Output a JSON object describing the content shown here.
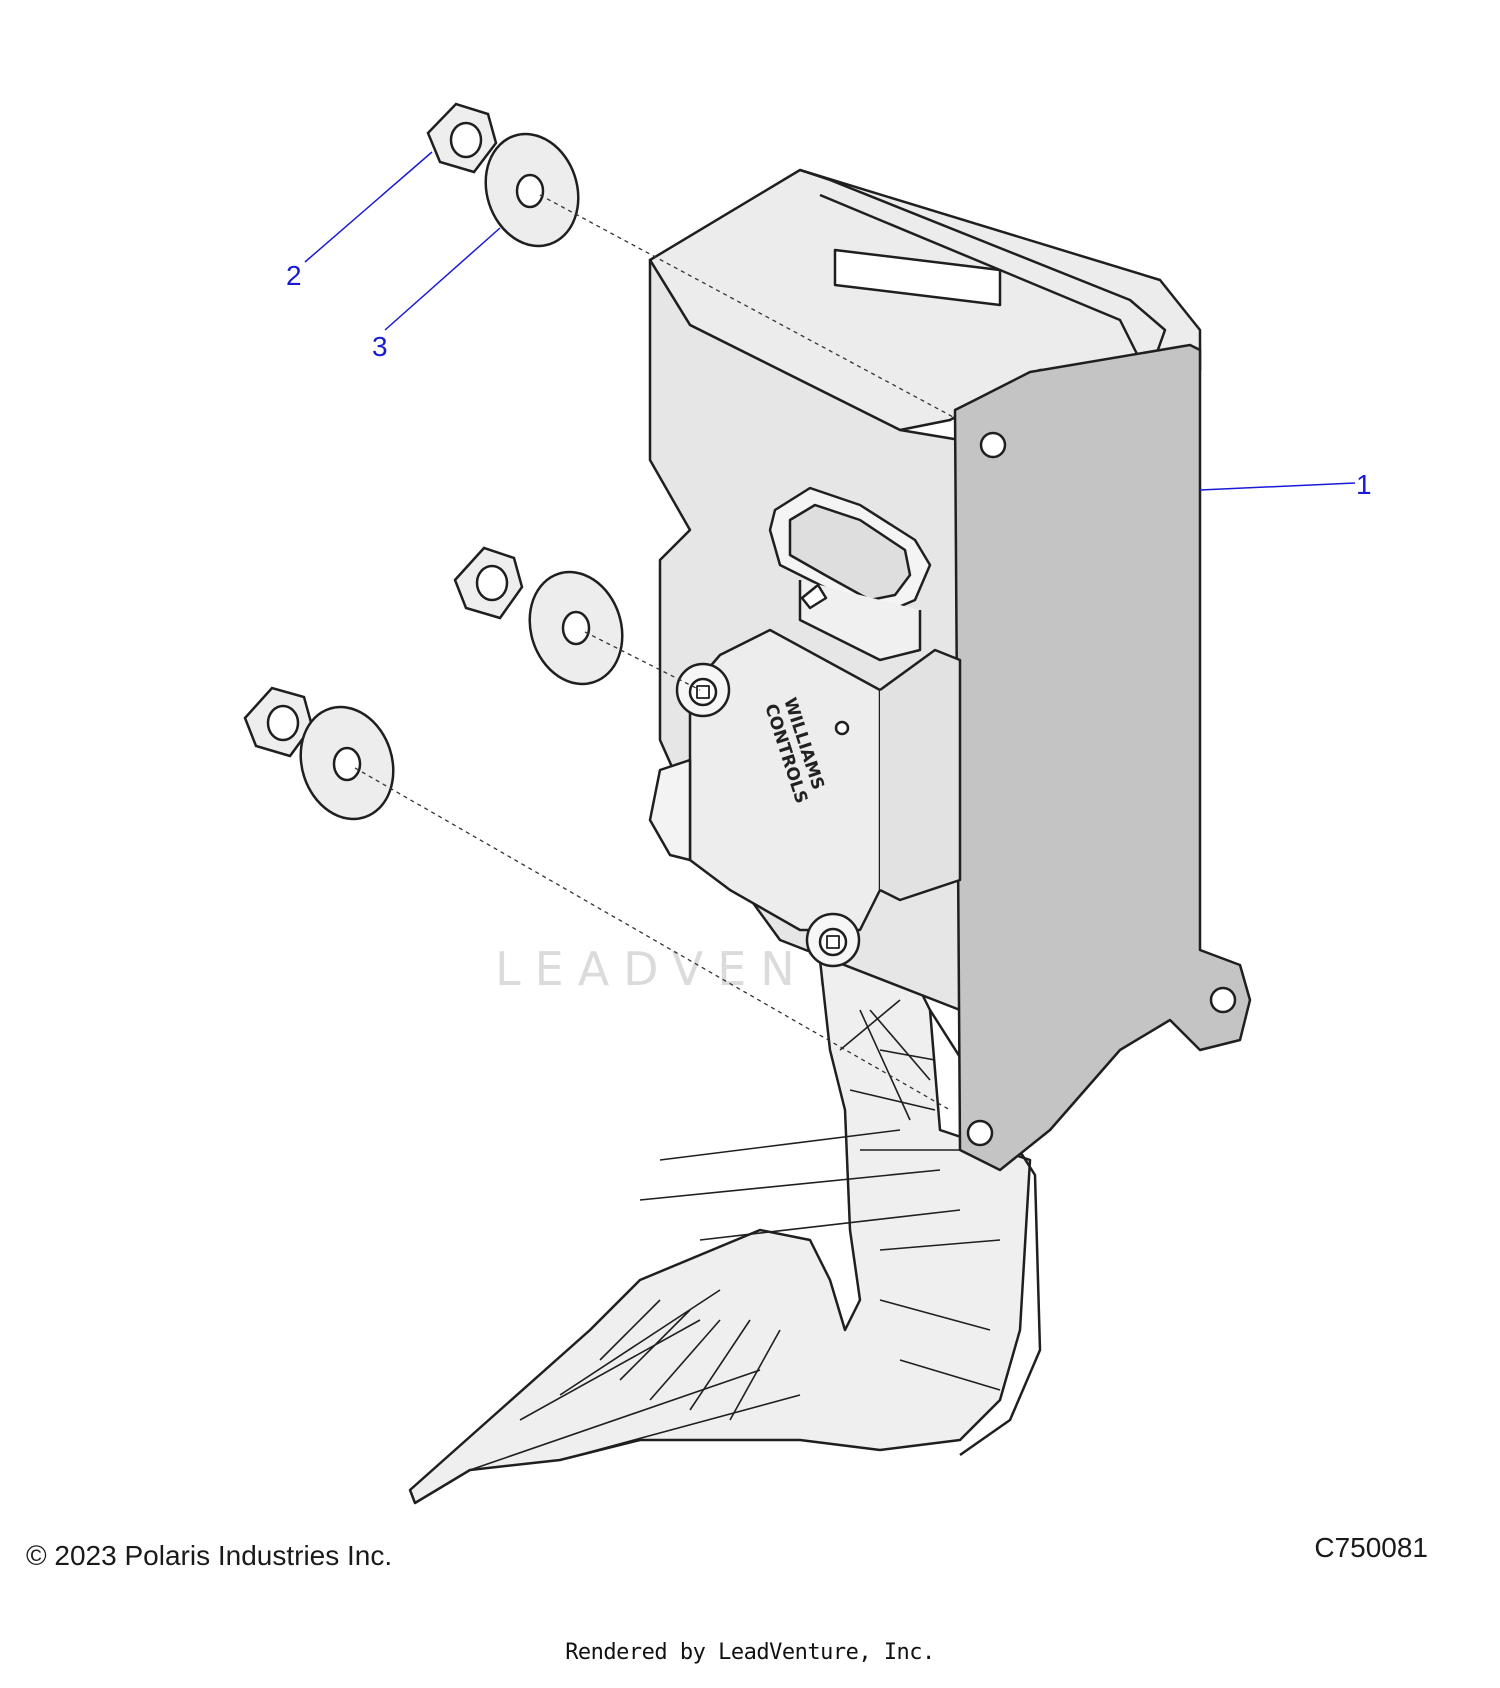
{
  "callouts": {
    "c1": "1",
    "c2": "2",
    "c3": "3"
  },
  "footer": {
    "copyright": "© 2023 Polaris Industries Inc.",
    "drawing_id": "C750081",
    "rendered_by": "Rendered by LeadVenture, Inc."
  },
  "watermark": "LEADVENTURE",
  "part_logo": {
    "line1": "WILLIAMS",
    "line2": "CONTROLS"
  },
  "colors": {
    "callout": "#1a1ad6",
    "part_fill": "#e9e9e9",
    "part_face": "#bdbdbd",
    "outline": "#1f1f1f"
  }
}
